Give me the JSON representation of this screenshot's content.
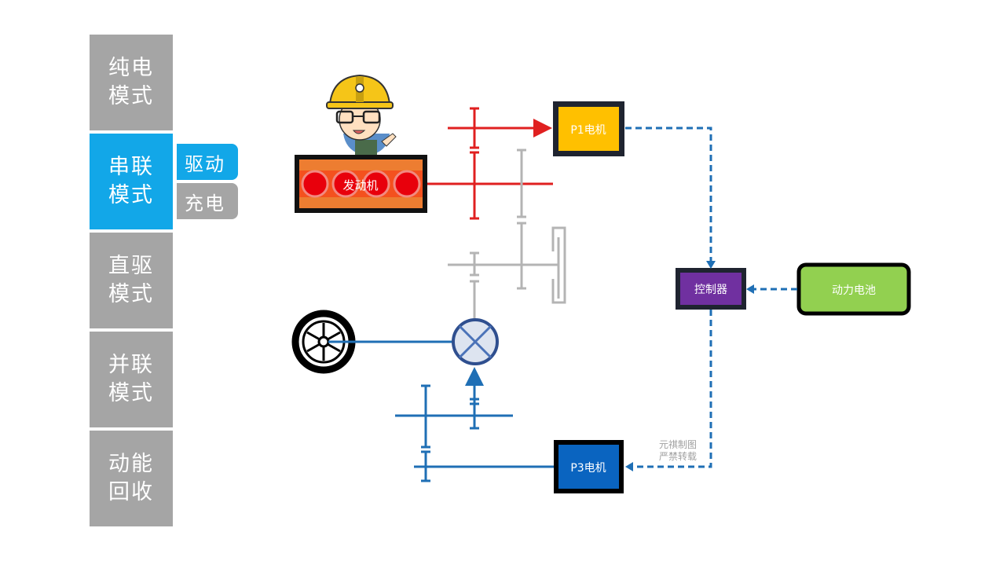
{
  "sidebar": {
    "modes": [
      {
        "line1": "纯电",
        "line2": "模式",
        "active": false
      },
      {
        "line1": "串联",
        "line2": "模式",
        "active": true
      },
      {
        "line1": "直驱",
        "line2": "模式",
        "active": false
      },
      {
        "line1": "并联",
        "line2": "模式",
        "active": false
      },
      {
        "line1": "动能",
        "line2": "回收",
        "active": false
      }
    ],
    "submodes": [
      {
        "label": "驱动",
        "active": true
      },
      {
        "label": "充电",
        "active": false
      }
    ]
  },
  "diagram": {
    "engine_label": "发动机",
    "p1_motor_label": "P1电机",
    "controller_label": "控制器",
    "battery_label": "动力电池",
    "p3_motor_label": "P3电机",
    "watermark_line1": "元祺制图",
    "watermark_line2": "严禁转载",
    "colors": {
      "mode_active": "#12a7e8",
      "mode_inactive": "#a5a5a5",
      "engine_path": "#e02020",
      "idle_path": "#b4b4b4",
      "drive_path": "#1f6fb5",
      "p1_motor": "#ffc000",
      "controller": "#7030a0",
      "battery": "#92d050",
      "p3_motor": "#0a64c0",
      "engine_body": "#ed7d31"
    }
  }
}
